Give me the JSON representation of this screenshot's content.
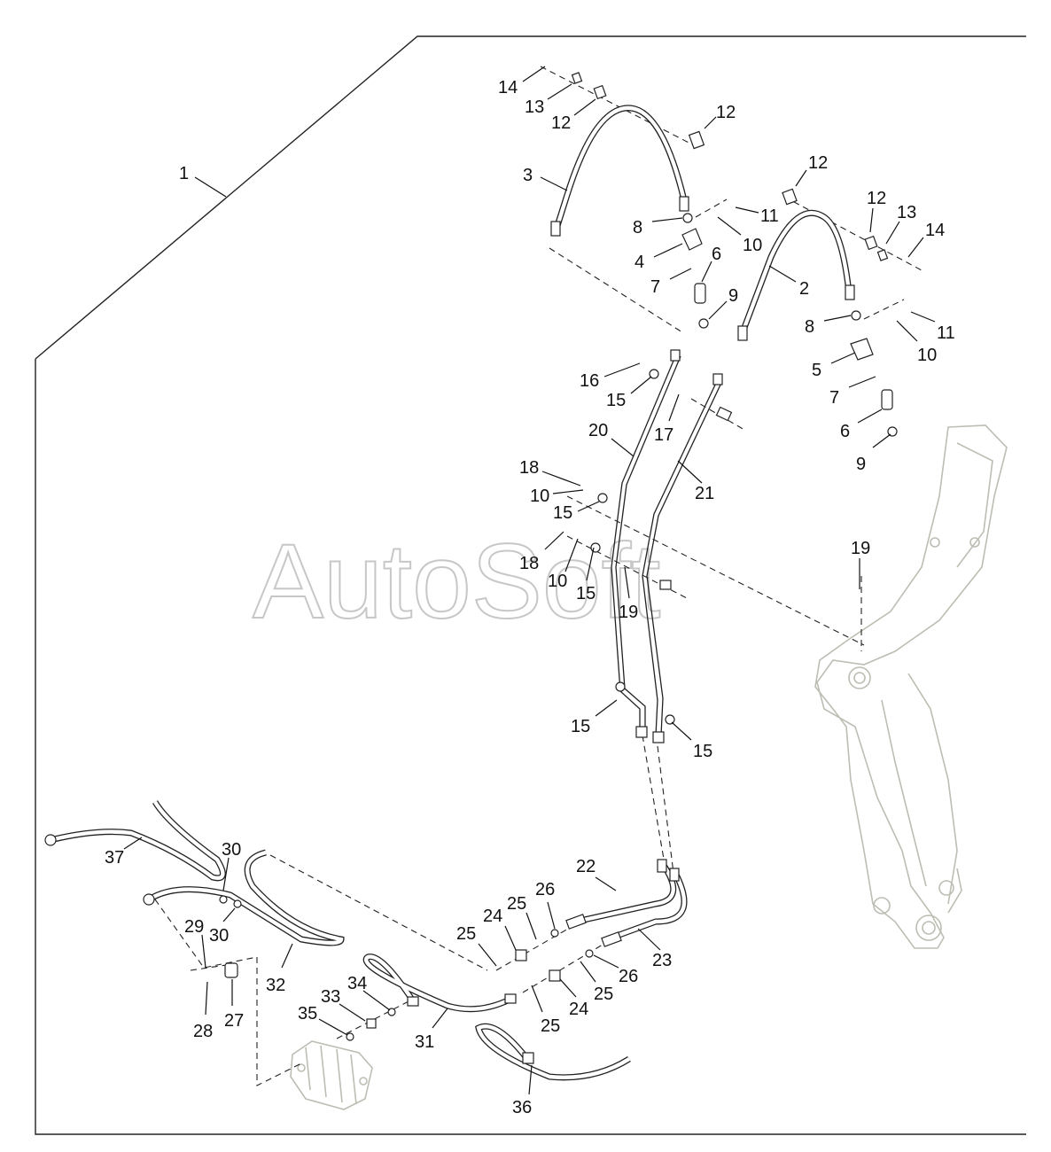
{
  "watermark": "AutoSoft",
  "callouts": {
    "c1": "1",
    "c2": "2",
    "c3": "3",
    "c4": "4",
    "c5": "5",
    "c6a": "6",
    "c6b": "6",
    "c7a": "7",
    "c7b": "7",
    "c8a": "8",
    "c8b": "8",
    "c9a": "9",
    "c9b": "9",
    "c10a": "10",
    "c10b": "10",
    "c10c": "10",
    "c10d": "10",
    "c11a": "11",
    "c11b": "11",
    "c12a": "12",
    "c12b": "12",
    "c12c": "12",
    "c12d": "12",
    "c13a": "13",
    "c13b": "13",
    "c14a": "14",
    "c14b": "14",
    "c15a": "15",
    "c15b": "15",
    "c15c": "15",
    "c15d": "15",
    "c15e": "15",
    "c16": "16",
    "c17": "17",
    "c18a": "18",
    "c18b": "18",
    "c19a": "19",
    "c19b": "19",
    "c20": "20",
    "c21": "21",
    "c22": "22",
    "c23": "23",
    "c24a": "24",
    "c24b": "24",
    "c25a": "25",
    "c25b": "25",
    "c25c": "25",
    "c25d": "25",
    "c26a": "26",
    "c26b": "26",
    "c27": "27",
    "c28": "28",
    "c29": "29",
    "c30a": "30",
    "c30b": "30",
    "c31": "31",
    "c32": "32",
    "c33": "33",
    "c34": "34",
    "c35": "35",
    "c36": "36",
    "c37": "37"
  }
}
